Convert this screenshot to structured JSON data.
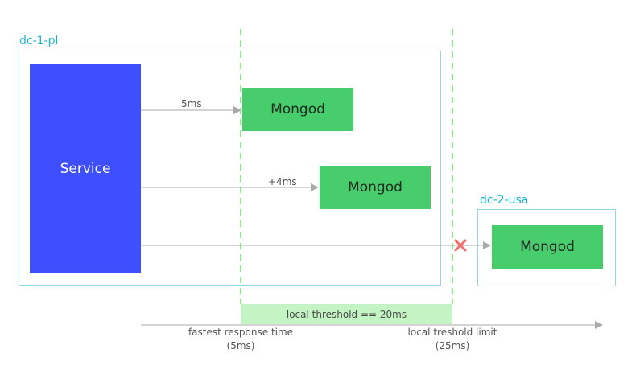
{
  "zones": {
    "dc1_label": "dc-1-pl",
    "dc2_label": "dc-2-usa"
  },
  "service": {
    "label": "Service"
  },
  "nodes": {
    "mongod_1": "Mongod",
    "mongod_2": "Mongod",
    "mongod_3": "Mongod"
  },
  "arrows": {
    "latency_1": "5ms",
    "latency_2": "+4ms"
  },
  "threshold": {
    "band_label": "local threshold == 20ms",
    "fastest_line1": "fastest response time",
    "fastest_line2": "(5ms)",
    "limit_line1": "local treshold limit",
    "limit_line2": "(25ms)"
  },
  "colors": {
    "service": "#3d4fff",
    "mongod": "#47cd6b",
    "zone_border": "#8fd8e6",
    "zone_label": "#1ab3d6",
    "threshold_band": "#c4f3c4",
    "dashed_line": "#8ee88e",
    "reject_mark": "#f07070",
    "arrow": "#aaaaaa"
  }
}
